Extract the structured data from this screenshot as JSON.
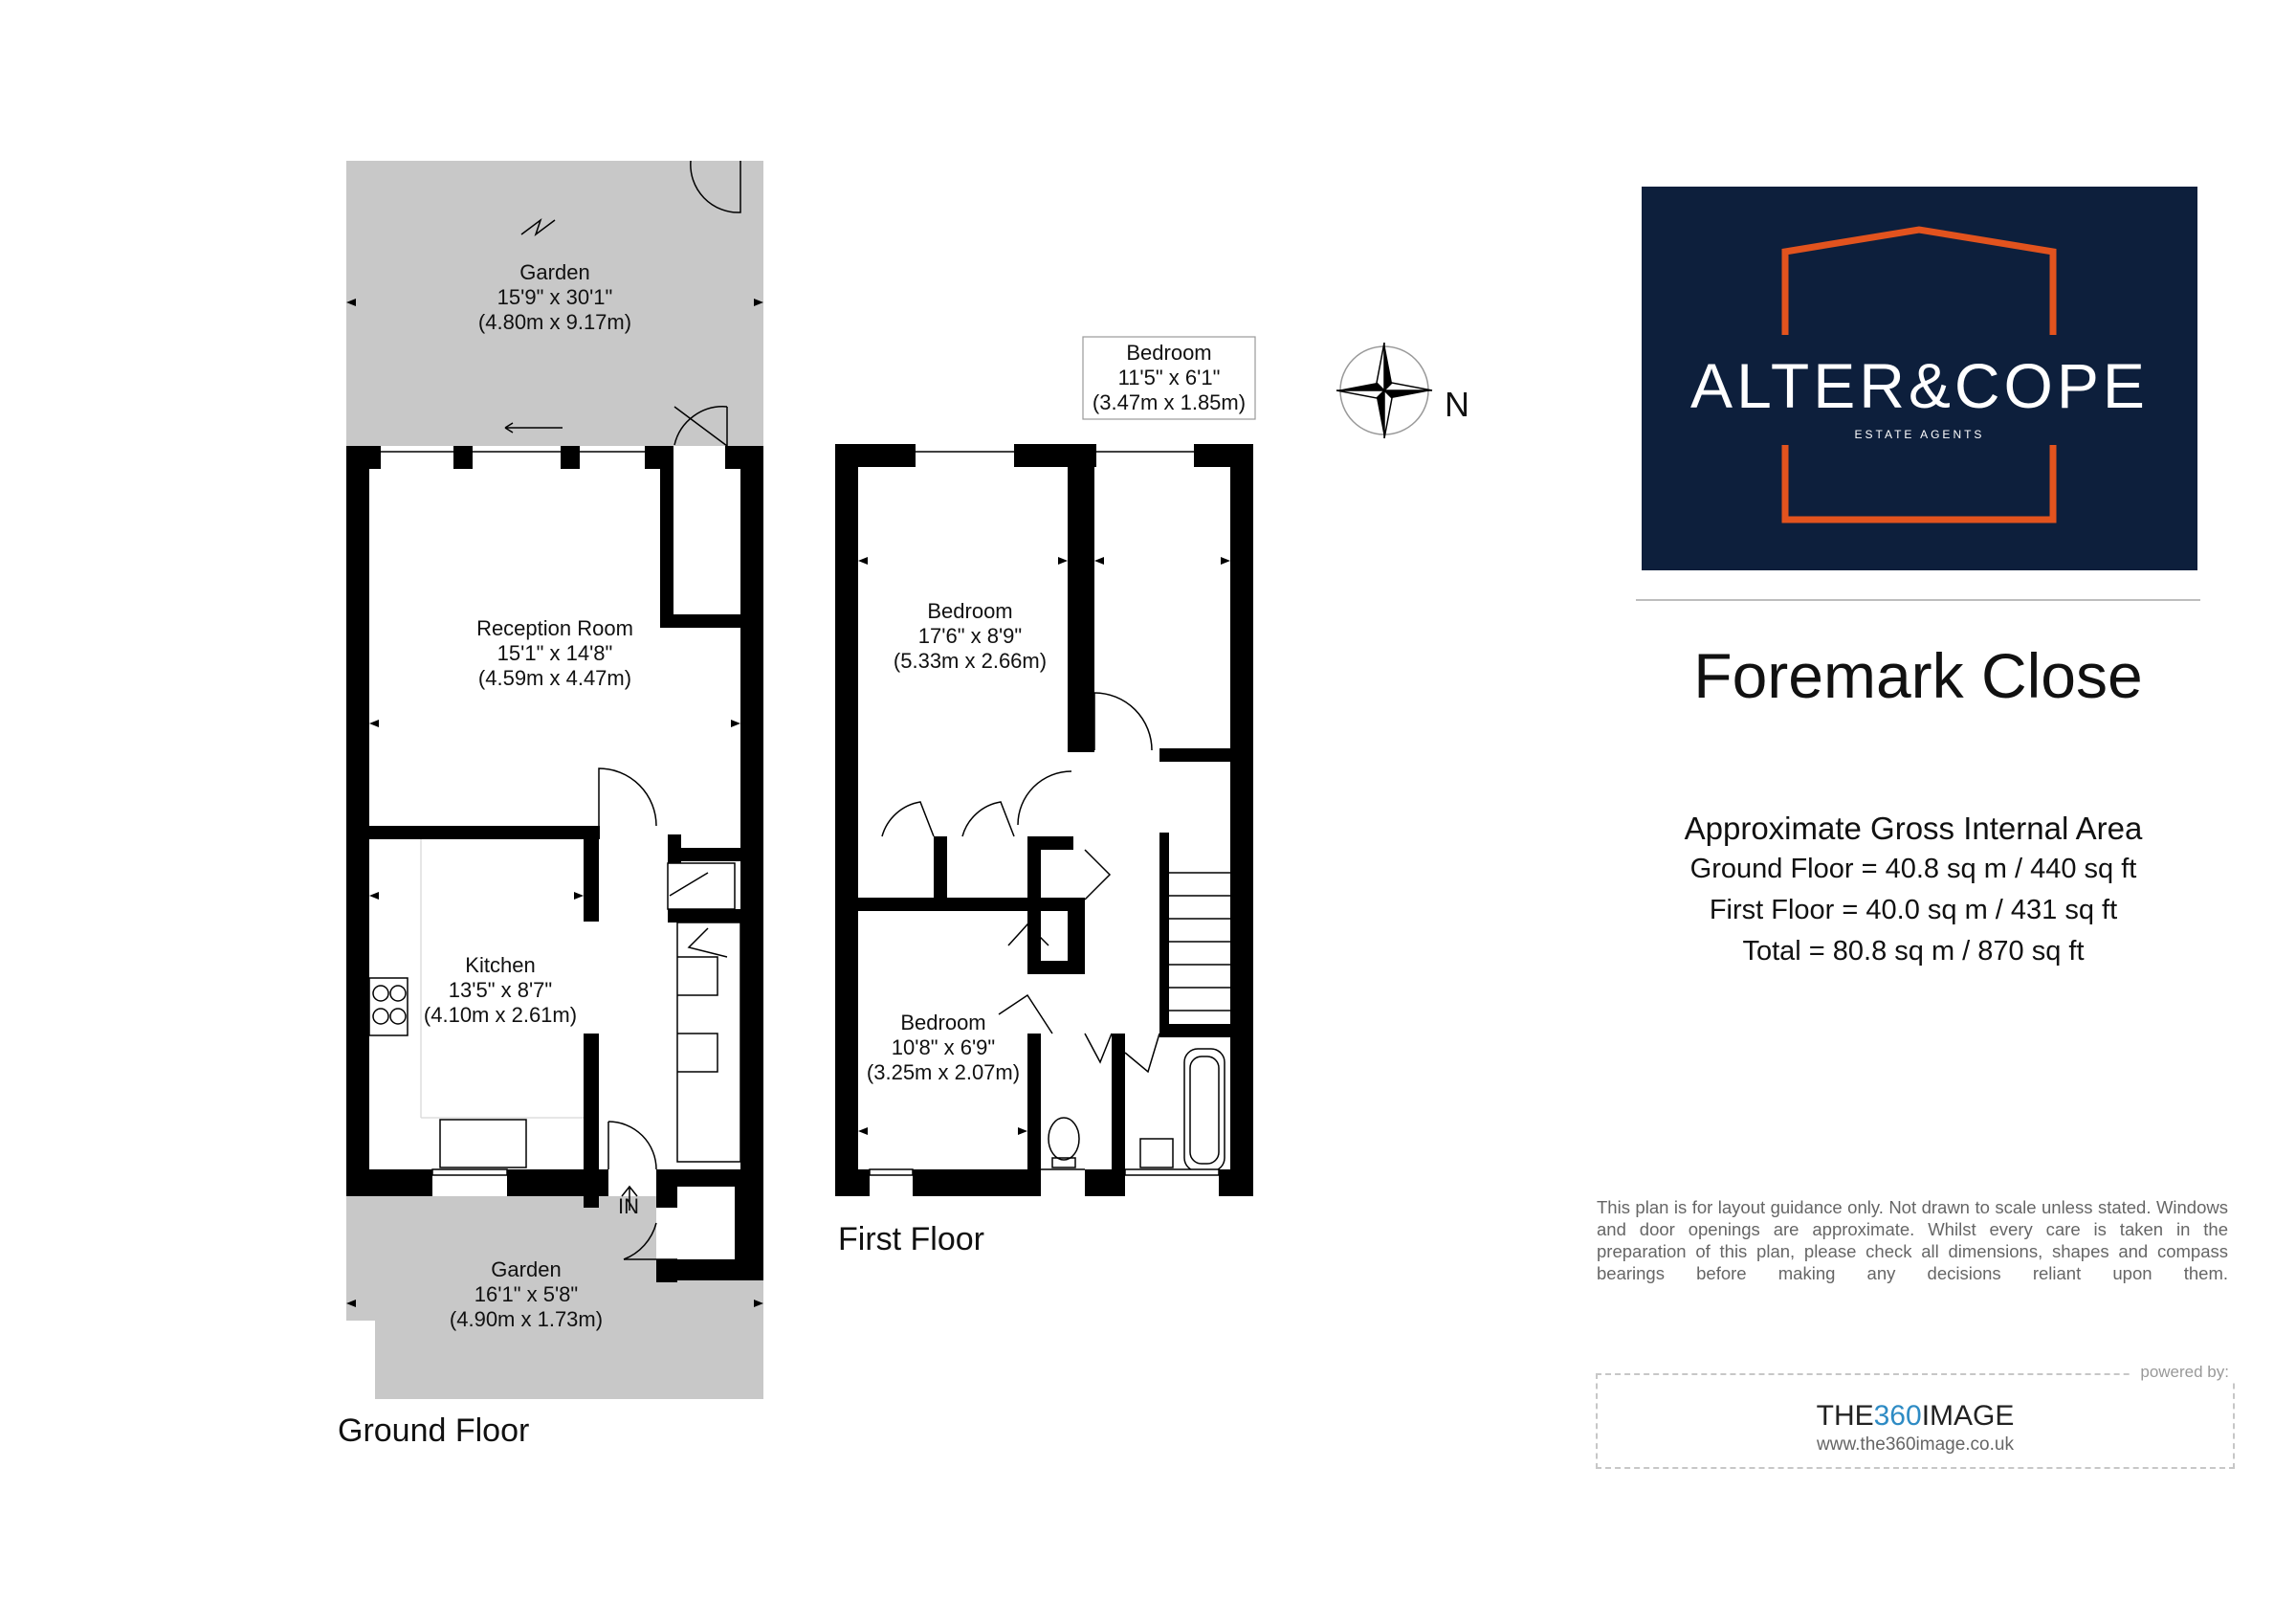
{
  "property": {
    "title": "Foremark Close"
  },
  "brand": {
    "name": "ALTER&COPE",
    "tagline": "ESTATE AGENTS",
    "colors": {
      "background": "#0d1f3c",
      "accent": "#e2531e",
      "text": "#ffffff"
    }
  },
  "floors": {
    "ground": {
      "title": "Ground Floor"
    },
    "first": {
      "title": "First Floor"
    }
  },
  "rooms": {
    "garden_rear": {
      "name": "Garden",
      "imperial": "15'9\" x 30'1\"",
      "metric": "(4.80m x 9.17m)"
    },
    "reception": {
      "name": "Reception Room",
      "imperial": "15'1\" x 14'8\"",
      "metric": "(4.59m x 4.47m)"
    },
    "kitchen": {
      "name": "Kitchen",
      "imperial": "13'5\" x 8'7\"",
      "metric": "(4.10m x 2.61m)"
    },
    "garden_front": {
      "name": "Garden",
      "imperial": "16'1\" x 5'8\"",
      "metric": "(4.90m x 1.73m)"
    },
    "bedroom_small_top": {
      "name": "Bedroom",
      "imperial": "11'5\" x 6'1\"",
      "metric": "(3.47m x 1.85m)"
    },
    "bedroom_main": {
      "name": "Bedroom",
      "imperial": "17'6\" x 8'9\"",
      "metric": "(5.33m x 2.66m)"
    },
    "bedroom_third": {
      "name": "Bedroom",
      "imperial": "10'8\" x 6'9\"",
      "metric": "(3.25m x 2.07m)"
    }
  },
  "entrance": {
    "label": "IN"
  },
  "compass": {
    "label": "N",
    "icon": "compass-rose-icon"
  },
  "area": {
    "heading": "Approximate Gross Internal Area",
    "ground": "Ground Floor = 40.8 sq m / 440 sq ft",
    "first": "First Floor = 40.0 sq m / 431  sq ft",
    "total": "Total = 80.8 sq m / 870 sq ft"
  },
  "disclaimer": "This plan is for layout guidance only. Not drawn to scale unless stated. Windows and door openings are approximate. Whilst every care is taken in the preparation of this plan, please check all dimensions, shapes and compass bearings before making any decisions reliant upon them.",
  "powered": {
    "label": "powered by:",
    "brand_prefix": "THE",
    "brand_highlight": "360",
    "brand_suffix": "IMAGE",
    "url": "www.the360image.co.uk"
  }
}
